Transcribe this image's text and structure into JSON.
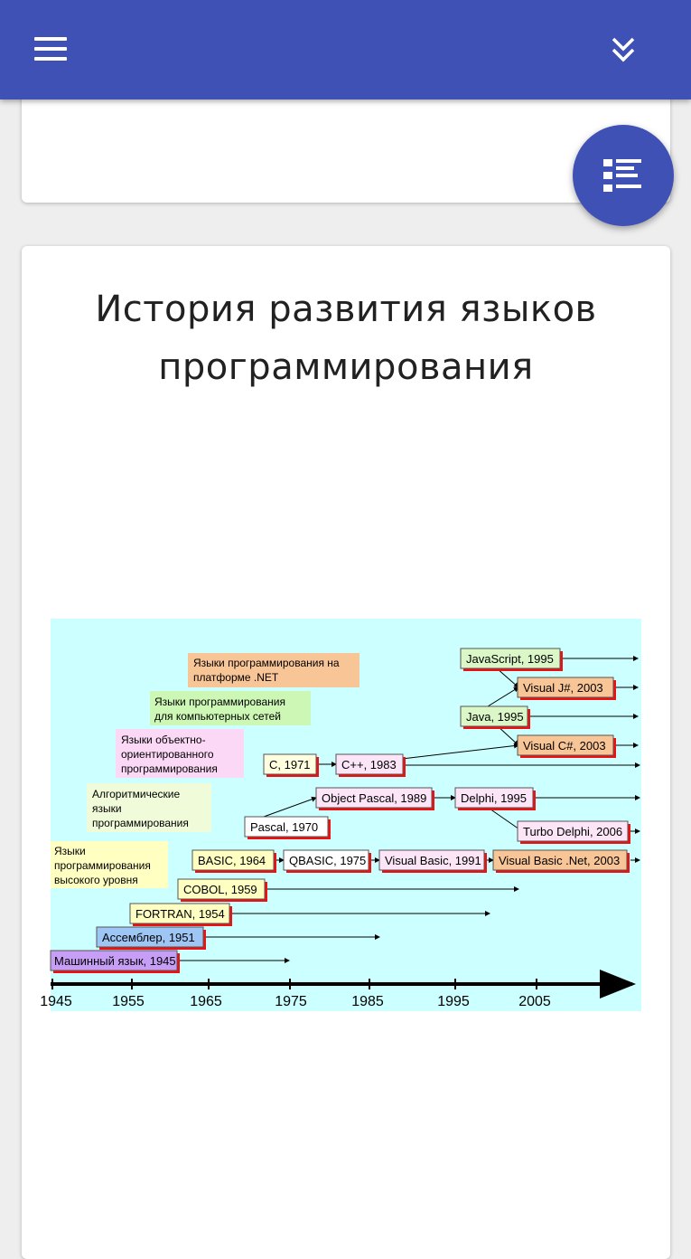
{
  "appbar": {
    "menu_icon": "hamburger-menu-icon",
    "collapse_icon": "double-chevron-down-icon",
    "color": "#3f51b5"
  },
  "fab": {
    "icon": "table-of-contents-icon"
  },
  "article": {
    "title_line1": "История развития языков",
    "title_line2": "программирования"
  },
  "diagram": {
    "categories": [
      "Языки программирования на платформе .NET",
      "Языки программирования для компьютерных сетей",
      "Языки объектно-ориентированного программирования",
      "Алгоритмические языки программирования",
      "Языки программирования высокого уровня"
    ],
    "languages": [
      "JavaScript, 1995",
      "Visual J#, 2003",
      "Java, 1995",
      "Visual C#, 2003",
      "C, 1971",
      "C++, 1983",
      "Object Pascal, 1989",
      "Delphi, 1995",
      "Pascal, 1970",
      "Turbo Delphi, 2006",
      "BASIC, 1964",
      "QBASIC, 1975",
      "Visual Basic, 1991",
      "Visual Basic .Net, 2003",
      "COBOL, 1959",
      "FORTRAN, 1954",
      "Ассемблер, 1951",
      "Машинный язык, 1945"
    ],
    "years": [
      "1945",
      "1955",
      "1965",
      "1975",
      "1985",
      "1995",
      "2005"
    ]
  }
}
